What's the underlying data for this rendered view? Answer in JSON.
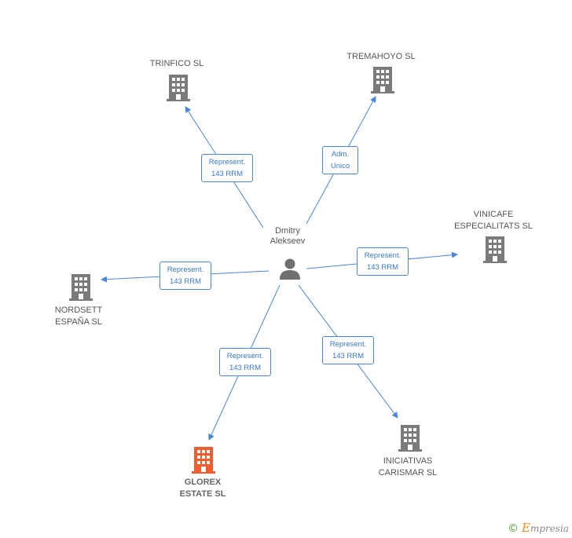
{
  "center": {
    "label": "Dmitry\nAlekseev",
    "icon": "person-icon"
  },
  "companies": {
    "trinfico": {
      "label": "TRINFICO SL",
      "icon": "building-icon"
    },
    "tremahoyo": {
      "label": "TREMAHOYO SL",
      "icon": "building-icon"
    },
    "vinicafe": {
      "label": "VINICAFE\nESPECIALITATS SL",
      "icon": "building-icon"
    },
    "nordsett": {
      "label": "NORDSETT\nESPAÑA SL",
      "icon": "building-icon"
    },
    "glorex": {
      "label": "GLOREX\nESTATE SL",
      "icon": "building-icon",
      "highlighted": true
    },
    "iniciativas": {
      "label": "INICIATIVAS\nCARISMAR SL",
      "icon": "building-icon"
    }
  },
  "relations": {
    "trinfico": "Represent.\n143 RRM",
    "tremahoyo": "Adm.\nUnico",
    "vinicafe": "Represent.\n143 RRM",
    "nordsett": "Represent.\n143 RRM",
    "glorex": "Represent.\n143 RRM",
    "iniciativas": "Represent.\n143 RRM"
  },
  "colors": {
    "edge": "#4a86d9",
    "building": "#7b7b7b",
    "building_highlight": "#f25c2e",
    "person": "#6f6f6f"
  },
  "footer": {
    "copyright": "©",
    "brand_initial": "E",
    "brand_rest": "mpresia"
  }
}
